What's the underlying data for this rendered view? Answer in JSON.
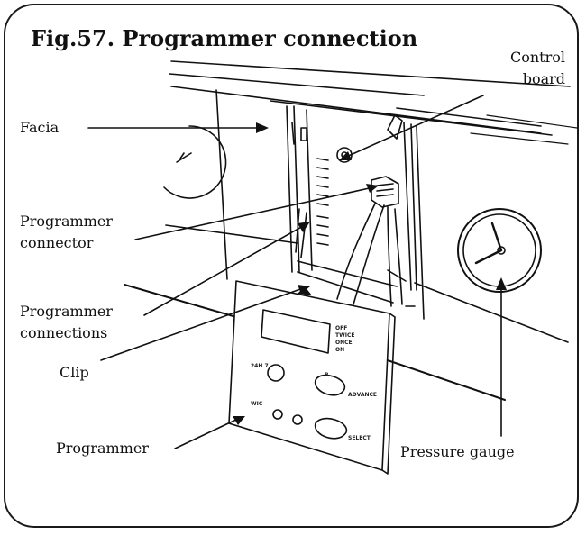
{
  "figure": {
    "title": "Fig.57. Programmer connection"
  },
  "labels": {
    "control_board_line1": "Control",
    "control_board_line2": "board",
    "facia": "Facia",
    "programmer_connector_line1": "Programmer",
    "programmer_connector_line2": "connector",
    "programmer_connections_line1": "Programmer",
    "programmer_connections_line2": "connections",
    "clip": "Clip",
    "programmer": "Programmer",
    "pressure_gauge": "Pressure gauge"
  },
  "panel_markings": {
    "led_labels": [
      "OFF",
      "TWICE",
      "ONCE",
      "ON"
    ],
    "button_1": "24H 7",
    "button_2": "ADVANCE",
    "button_2_top": "B",
    "button_3": "SELECT",
    "indicator": "WIC"
  },
  "colors": {
    "line": "#111111",
    "background": "#ffffff",
    "frame": "#1a1a1a"
  }
}
